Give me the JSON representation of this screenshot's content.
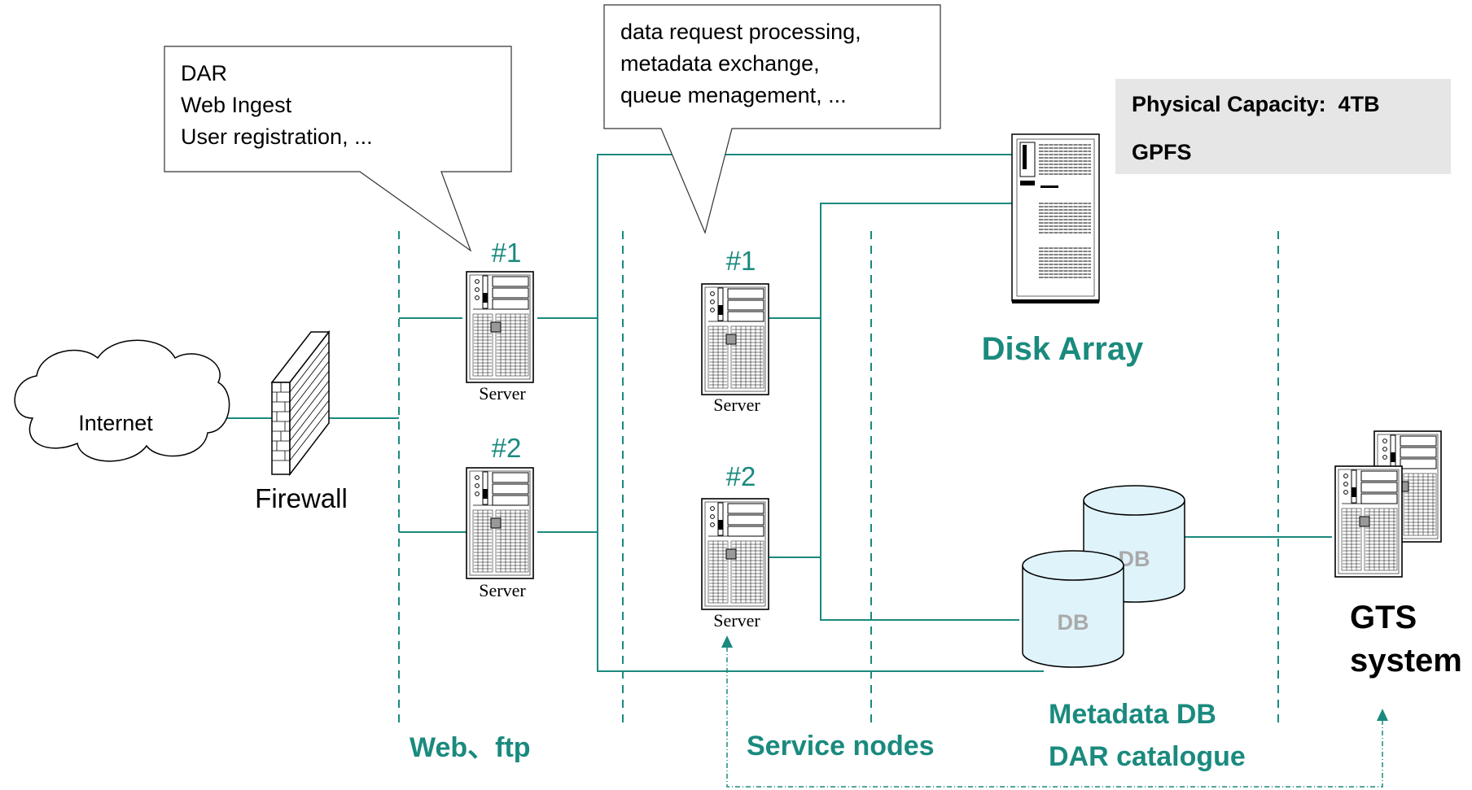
{
  "callouts": {
    "web": {
      "lines": [
        "DAR",
        "Web Ingest",
        "User registration, ..."
      ]
    },
    "service": {
      "lines": [
        "data request processing,",
        "metadata exchange,",
        "queue menagement, ..."
      ]
    }
  },
  "storage_info": {
    "capacity": "Physical Capacity:  4TB",
    "filesystem": "GPFS"
  },
  "nodes": {
    "internet": "Internet",
    "firewall": "Firewall",
    "web_server_1": {
      "number": "#1",
      "label": "Server"
    },
    "web_server_2": {
      "number": "#2",
      "label": "Server"
    },
    "service_server_1": {
      "number": "#1",
      "label": "Server"
    },
    "service_server_2": {
      "number": "#2",
      "label": "Server"
    },
    "disk_array": "Disk Array",
    "db_back": "DB",
    "db_front": "DB",
    "gts_line1": "GTS",
    "gts_line2": "system"
  },
  "zones": {
    "web_ftp": "Web、ftp",
    "service_nodes": "Service nodes",
    "metadata_db": "Metadata DB",
    "dar_catalogue": "DAR catalogue"
  },
  "colors": {
    "accent": "#1a8a7e",
    "info_box": "#e6e6e6",
    "db_fill": "#dff3fb",
    "db_label": "#aaaaaa"
  }
}
